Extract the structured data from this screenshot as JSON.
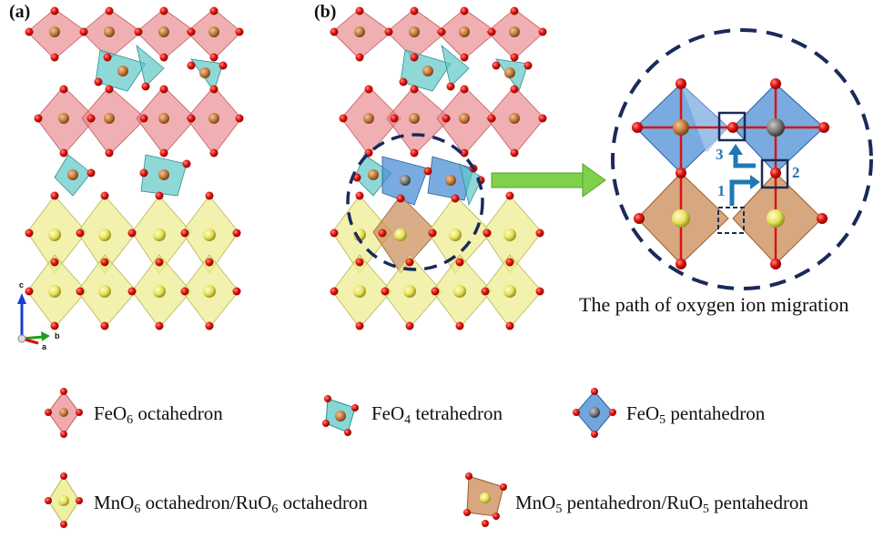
{
  "panels": {
    "a_label": "(a)",
    "b_label": "(b)"
  },
  "axes": {
    "c": "c",
    "b": "b",
    "a": "a"
  },
  "inset": {
    "caption": "The path of oxygen ion migration",
    "steps": [
      "1",
      "2",
      "3"
    ]
  },
  "legend": [
    {
      "formula": "FeO",
      "sub": "6",
      "rest": " octahedron"
    },
    {
      "formula": "FeO",
      "sub": "4",
      "rest": " tetrahedron"
    },
    {
      "formula": "FeO",
      "sub": "5",
      "rest": " pentahedron"
    },
    {
      "formula": "MnO",
      "sub": "6",
      "rest": " octahedron/RuO",
      "sub2": "6",
      "rest2": " octahedron"
    },
    {
      "formula": "MnO",
      "sub": "5",
      "rest": " pentahedron/RuO",
      "sub2": "5",
      "rest2": " pentahedron"
    }
  ],
  "colors": {
    "feo6": "#e8868a",
    "feo4": "#5fc8c8",
    "feo5": "#4d8fd6",
    "mno6": "#ecec8c",
    "mno5": "#c98a56",
    "oxygen": "#d9140f",
    "fe_atom": "#c47a3c",
    "mn_atom": "#e6e35a",
    "dashed_circle": "#1a2a5a",
    "arrow_green": "#7ed14b",
    "path_blue": "#1f78b4"
  }
}
